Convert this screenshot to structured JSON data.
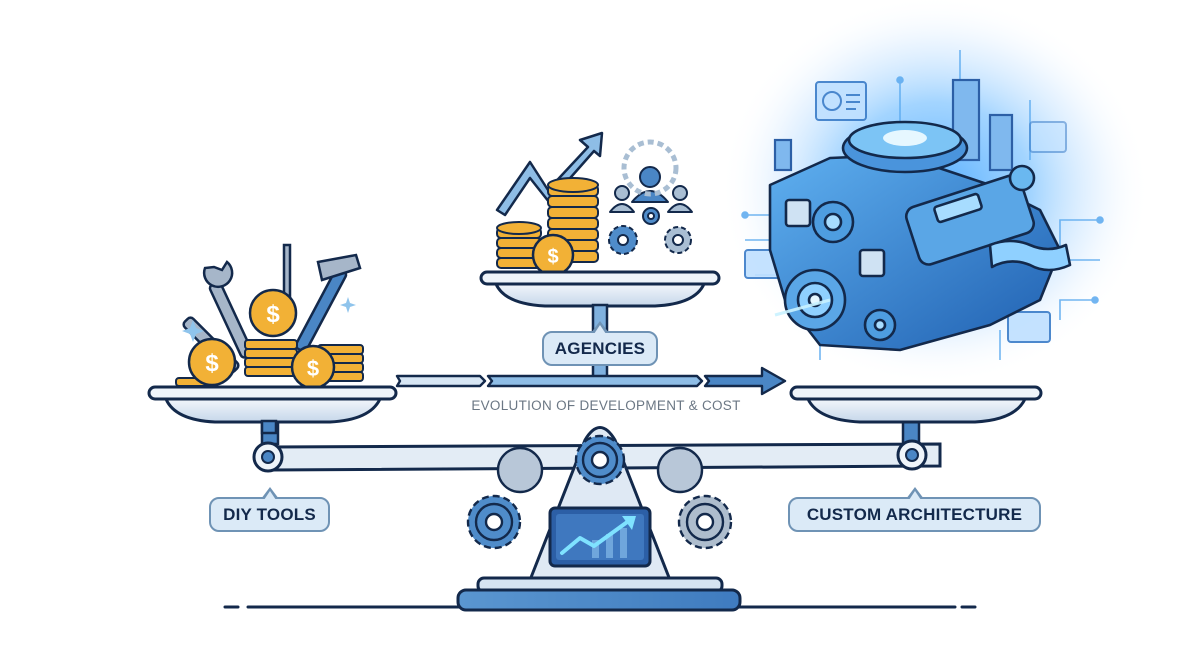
{
  "diagram": {
    "caption": "EVOLUTION OF DEVELOPMENT & COST",
    "labels": {
      "left": "DIY TOOLS",
      "middle": "AGENCIES",
      "right": "CUSTOM ARCHITECTURE"
    },
    "icons": {
      "left_pan": [
        "wrench-icon",
        "screwdriver-icon",
        "hammer-icon",
        "coin-stack-icon",
        "dollar-coin-icon",
        "sparkle-icon"
      ],
      "middle_pan": [
        "trend-arrow-icon",
        "coin-stack-icon",
        "dollar-coin-icon",
        "team-icon",
        "gear-icon"
      ],
      "right_pan": [
        "engine-icon",
        "circuit-board-icon",
        "dashboard-panel-icon",
        "glow-icon"
      ],
      "fulcrum": [
        "gear-icon",
        "growth-chart-icon"
      ]
    },
    "colors": {
      "outline": "#13294b",
      "primary_blue": "#4a86c5",
      "light_blue": "#dbeaf7",
      "pan_fill": "#e6eef6",
      "coin_gold": "#f2b136",
      "glow": "#3aa0ff",
      "caption_gray": "#6b7784"
    }
  }
}
